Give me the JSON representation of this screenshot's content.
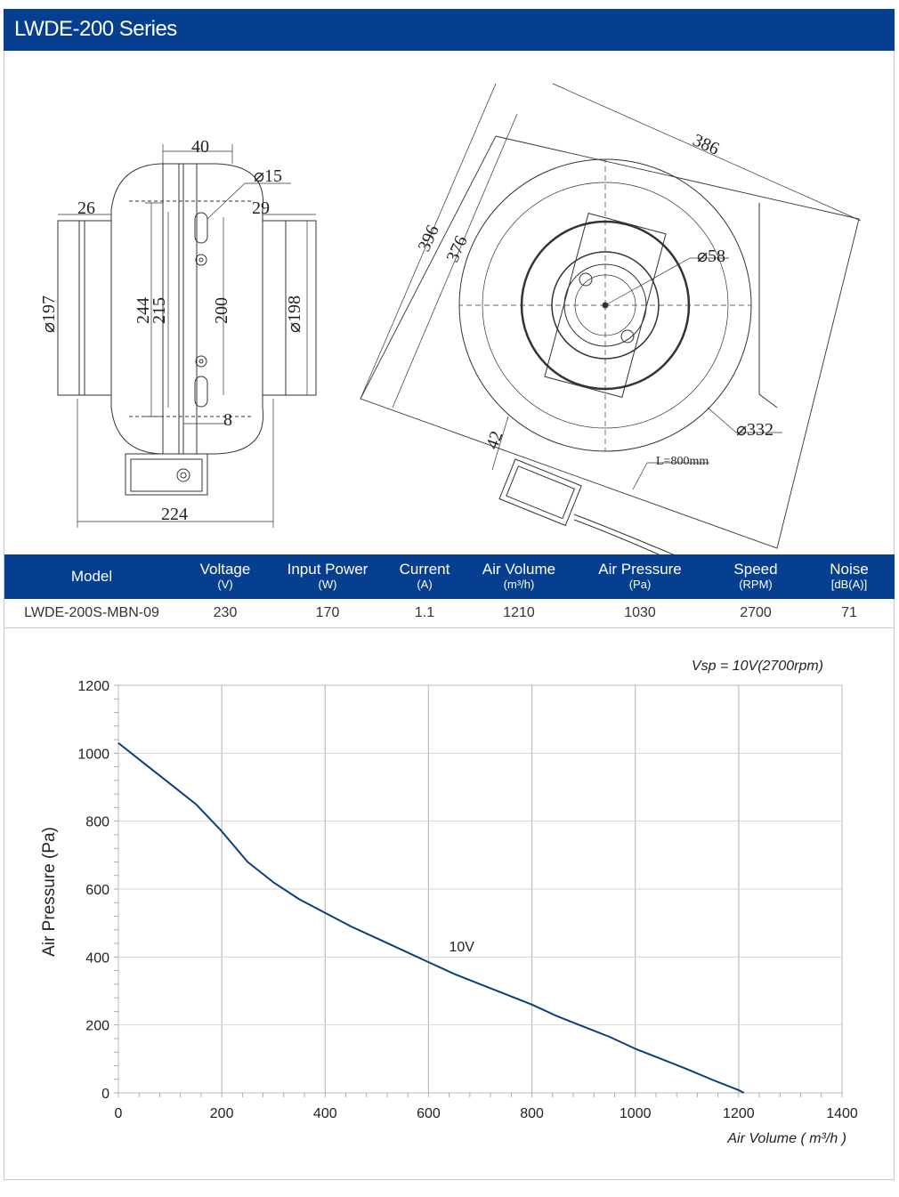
{
  "header": {
    "title": "LWDE-200 Series"
  },
  "drawing": {
    "side_view": {
      "dim_40": "40",
      "dim_hole": "⌀15",
      "dim_26": "26",
      "dim_29": "29",
      "dim_197": "⌀197",
      "dim_244": "244",
      "dim_215": "215",
      "dim_200": "200",
      "dim_198": "⌀198",
      "dim_8": "8",
      "dim_224": "224"
    },
    "front_view": {
      "dim_386": "386",
      "dim_396": "396",
      "dim_376": "376",
      "dim_58": "⌀58",
      "dim_332": "⌀332",
      "dim_42": "42",
      "cable_length": "L=800mm"
    }
  },
  "spec_table": {
    "columns": [
      {
        "name": "Model",
        "unit": ""
      },
      {
        "name": "Voltage",
        "unit": "(V)"
      },
      {
        "name": "Input Power",
        "unit": "(W)"
      },
      {
        "name": "Current",
        "unit": "(A)"
      },
      {
        "name": "Air Volume",
        "unit": "(m³/h)"
      },
      {
        "name": "Air Pressure",
        "unit": "(Pa)"
      },
      {
        "name": "Speed",
        "unit": "(RPM)"
      },
      {
        "name": "Noise",
        "unit": "[dB(A)]"
      }
    ],
    "rows": [
      [
        "LWDE-200S-MBN-09",
        "230",
        "170",
        "1.1",
        "1210",
        "1030",
        "2700",
        "71"
      ]
    ]
  },
  "chart_data": {
    "type": "line",
    "title": "",
    "annotation": "Vsp = 10V(2700rpm)",
    "xlabel": "Air Volume ( m³/h )",
    "ylabel": "Air Pressure  (Pa)",
    "xlim": [
      0,
      1400
    ],
    "ylim": [
      0,
      1200
    ],
    "xticks": [
      "0",
      "200",
      "400",
      "600",
      "800",
      "1000",
      "1200",
      "1400"
    ],
    "yticks": [
      "0",
      "200",
      "400",
      "600",
      "800",
      "1000",
      "1200"
    ],
    "grid": true,
    "line_color": "#0b3f7a",
    "series": [
      {
        "name": "10V",
        "x": [
          0,
          50,
          100,
          150,
          200,
          250,
          300,
          350,
          400,
          450,
          500,
          550,
          600,
          650,
          700,
          750,
          800,
          850,
          900,
          950,
          1000,
          1050,
          1100,
          1150,
          1200,
          1210
        ],
        "y": [
          1030,
          970,
          910,
          850,
          770,
          680,
          620,
          570,
          530,
          490,
          455,
          420,
          385,
          350,
          320,
          290,
          260,
          225,
          195,
          165,
          130,
          100,
          70,
          38,
          8,
          0
        ]
      }
    ]
  }
}
